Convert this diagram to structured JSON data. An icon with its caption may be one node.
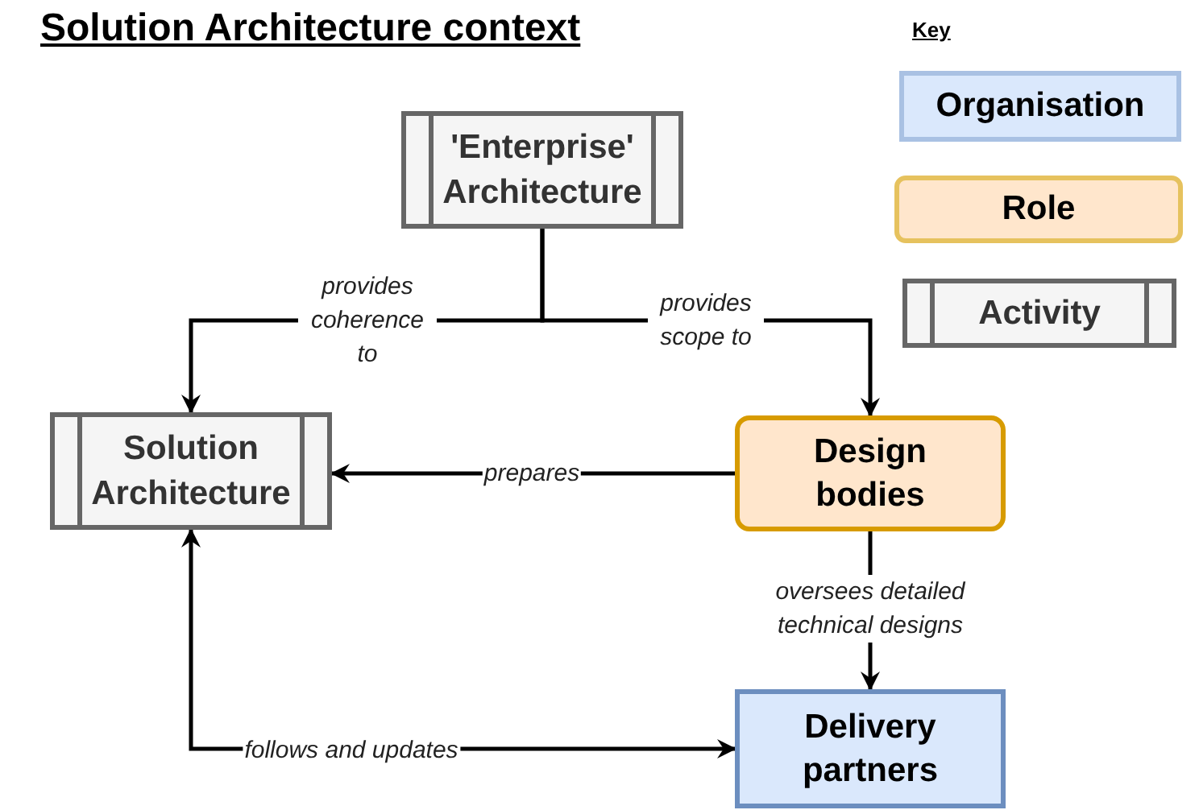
{
  "diagram": {
    "title": "Solution Architecture context",
    "nodes": [
      {
        "text": [
          "'Enterprise' Architecture"
        ]
      },
      {
        "text": [
          "Solution Architecture"
        ]
      },
      {
        "text": [
          "Design bodies"
        ]
      },
      {
        "text": [
          "Delivery partners"
        ]
      }
    ],
    "edges": [
      {
        "from": 0,
        "to": 1,
        "arrow": "to",
        "label": "provides coherence to"
      },
      {
        "from": 0,
        "to": 2,
        "arrow": "to",
        "label": "provides scope to"
      },
      {
        "from": 2,
        "to": 1,
        "arrow": "to",
        "label": "prepares"
      },
      {
        "from": 2,
        "to": 3,
        "arrow": "to",
        "label": "oversees detailed technical designs"
      },
      {
        "from": 1,
        "to": 3,
        "arrow": "both",
        "label": "follows and updates"
      }
    ],
    "labels": [
      "Key"
    ],
    "legend": [
      {
        "text": "Organisation",
        "color": "#dae8fc"
      },
      {
        "text": "Role",
        "color": "#ffe6cc"
      },
      {
        "text": "Activity",
        "color": "#f5f5f5"
      }
    ]
  }
}
